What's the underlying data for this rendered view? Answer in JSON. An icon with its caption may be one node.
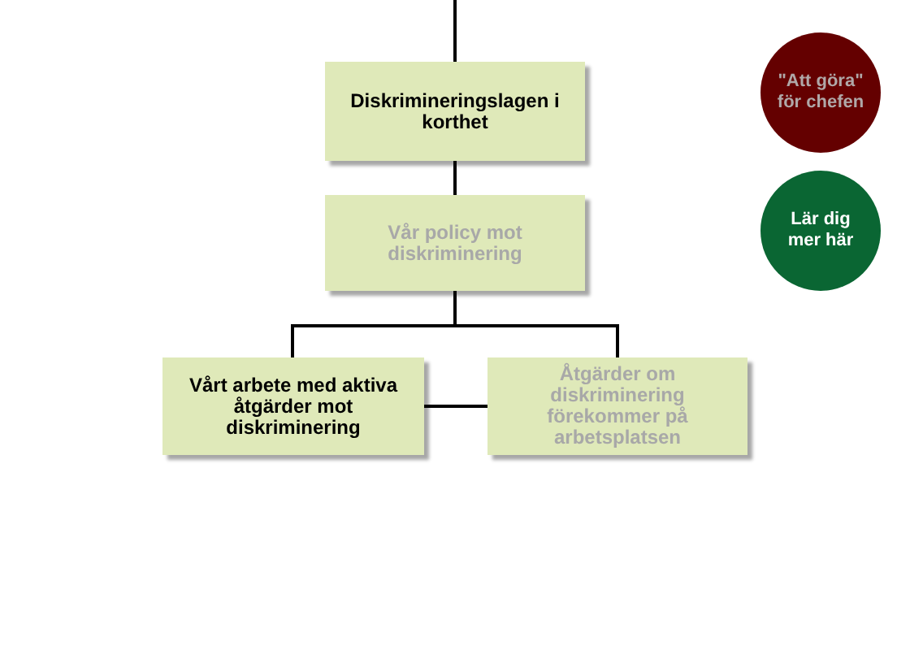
{
  "diagram": {
    "nodes": [
      {
        "text": [
          "Diskrimineringslagen i korthet"
        ]
      },
      {
        "text": [
          "Vår policy mot diskriminering"
        ]
      },
      {
        "text": [
          "Vårt arbete med aktiva åtgärder mot diskriminering"
        ]
      },
      {
        "text": [
          "Åtgärder om diskriminering förekommer på arbetsplatsen"
        ]
      },
      {
        "text": [
          "\"Att göra\" för chefen"
        ]
      },
      {
        "text": [
          "Lär dig mer här"
        ]
      }
    ],
    "edges": [
      {
        "from": null,
        "to": 0,
        "arrow": "none"
      },
      {
        "from": 0,
        "to": 1,
        "arrow": "none"
      },
      {
        "from": 1,
        "to": 2,
        "arrow": "none"
      },
      {
        "from": 1,
        "to": 3,
        "arrow": "none"
      },
      {
        "from": 2,
        "to": 3,
        "arrow": "none"
      }
    ]
  }
}
